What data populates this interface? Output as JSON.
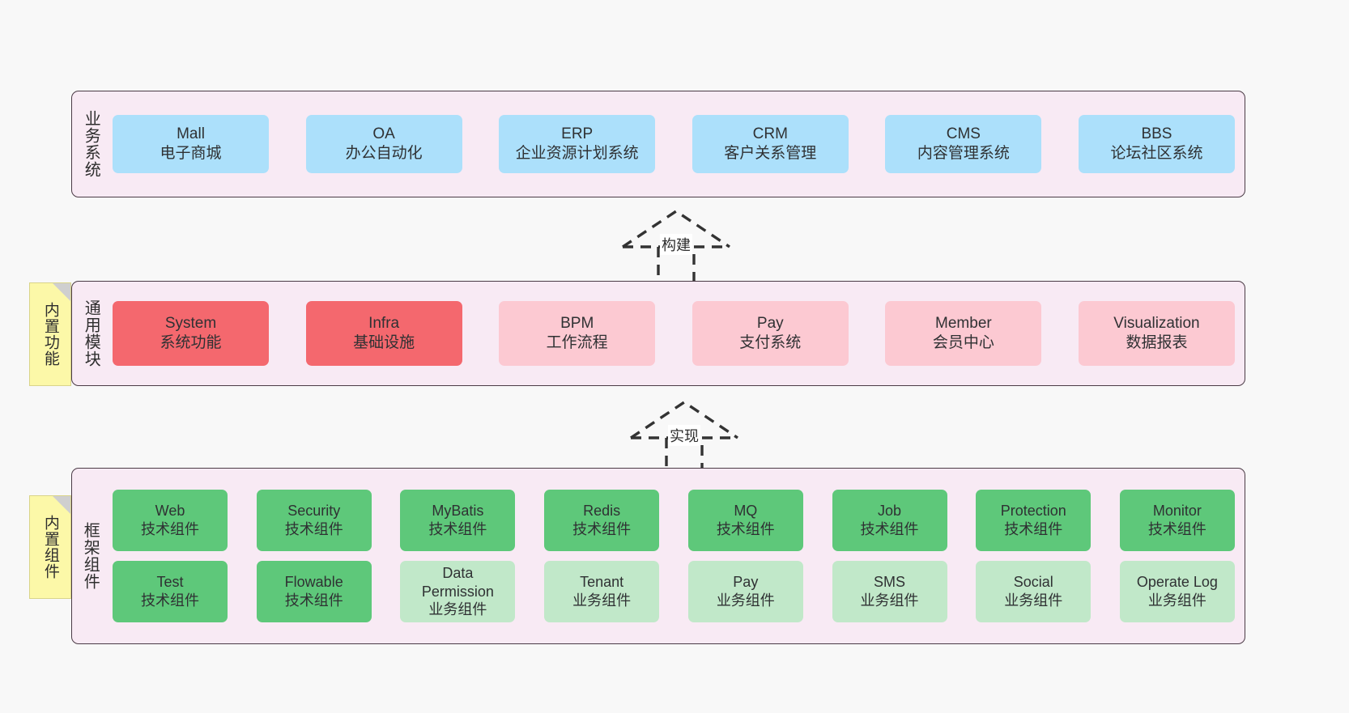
{
  "colors": {
    "panel_bg": "#f8eaf4",
    "panel_border": "#4b3b46",
    "business_card": "#ace0fb",
    "module_core": "#f4686e",
    "module_other": "#fcc9d2",
    "tech_component": "#5ec87a",
    "biz_component": "#c1e8c9",
    "note": "#fcf8a8",
    "page_bg": "#f8f8f8"
  },
  "notes": [
    {
      "id": "builtin-functions",
      "label": "内置功能"
    },
    {
      "id": "builtin-components",
      "label": "内置组件"
    }
  ],
  "connectors": [
    {
      "id": "build",
      "label": "构建",
      "style": "dashed-hollow-arrow-up"
    },
    {
      "id": "implement",
      "label": "实现",
      "style": "dashed-hollow-arrow-up"
    }
  ],
  "layers": [
    {
      "id": "business-systems",
      "title": "业务系统",
      "rows": [
        {
          "cards": [
            {
              "en": "Mall",
              "cn": "电子商城"
            },
            {
              "en": "OA",
              "cn": "办公自动化"
            },
            {
              "en": "ERP",
              "cn": "企业资源计划系统"
            },
            {
              "en": "CRM",
              "cn": "客户关系管理"
            },
            {
              "en": "CMS",
              "cn": "内容管理系统"
            },
            {
              "en": "BBS",
              "cn": "论坛社区系统"
            }
          ]
        }
      ]
    },
    {
      "id": "common-modules",
      "title": "通用模块",
      "rows": [
        {
          "cards": [
            {
              "en": "System",
              "cn": "系统功能",
              "highlight": true
            },
            {
              "en": "Infra",
              "cn": "基础设施",
              "highlight": true
            },
            {
              "en": "BPM",
              "cn": "工作流程",
              "highlight": false
            },
            {
              "en": "Pay",
              "cn": "支付系统",
              "highlight": false
            },
            {
              "en": "Member",
              "cn": "会员中心",
              "highlight": false
            },
            {
              "en": "Visualization",
              "cn": "数据报表",
              "highlight": false
            }
          ]
        }
      ]
    },
    {
      "id": "framework-components",
      "title": "框架组件",
      "rows": [
        {
          "cards": [
            {
              "en": "Web",
              "cn": "技术组件"
            },
            {
              "en": "Security",
              "cn": "技术组件"
            },
            {
              "en": "MyBatis",
              "cn": "技术组件"
            },
            {
              "en": "Redis",
              "cn": "技术组件"
            },
            {
              "en": "MQ",
              "cn": "技术组件"
            },
            {
              "en": "Job",
              "cn": "技术组件"
            },
            {
              "en": "Protection",
              "cn": "技术组件"
            },
            {
              "en": "Monitor",
              "cn": "技术组件"
            }
          ]
        },
        {
          "cards": [
            {
              "en": "Test",
              "cn": "技术组件",
              "kind": "tech"
            },
            {
              "en": "Flowable",
              "cn": "技术组件",
              "kind": "tech"
            },
            {
              "en": "Data Permission",
              "cn": "业务组件",
              "kind": "biz"
            },
            {
              "en": "Tenant",
              "cn": "业务组件",
              "kind": "biz"
            },
            {
              "en": "Pay",
              "cn": "业务组件",
              "kind": "biz"
            },
            {
              "en": "SMS",
              "cn": "业务组件",
              "kind": "biz"
            },
            {
              "en": "Social",
              "cn": "业务组件",
              "kind": "biz"
            },
            {
              "en": "Operate Log",
              "cn": "业务组件",
              "kind": "biz"
            }
          ]
        }
      ]
    }
  ]
}
